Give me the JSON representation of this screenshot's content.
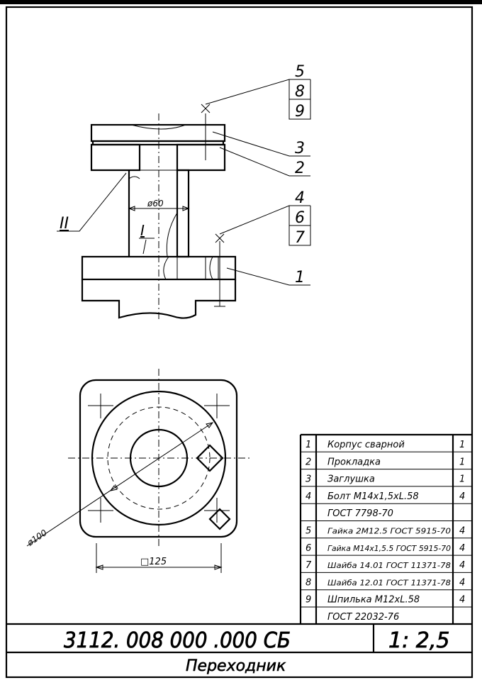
{
  "callouts": {
    "group_a": [
      "5",
      "8",
      "9"
    ],
    "p3": "3",
    "p2": "2",
    "group_b": [
      "4",
      "6",
      "7"
    ],
    "p1": "1",
    "view_ii": "II",
    "view_i": "I"
  },
  "dimensions": {
    "bore": "ø60",
    "bolt_circle": "ø100",
    "square": "□125"
  },
  "bom": [
    {
      "pos": "1",
      "name": "Корпус сварной",
      "qty": "1"
    },
    {
      "pos": "2",
      "name": "Прокладка",
      "qty": "1"
    },
    {
      "pos": "3",
      "name": "Заглушка",
      "qty": "1"
    },
    {
      "pos": "4",
      "name": "Болт  М14х1,5хL.58",
      "qty": "4"
    },
    {
      "pos": "",
      "name": "ГОСТ 7798-70",
      "qty": ""
    },
    {
      "pos": "5",
      "name": "Гайка 2М12.5  ГОСТ 5915-70",
      "qty": "4"
    },
    {
      "pos": "6",
      "name": "Гайка М14х1,5.5  ГОСТ 5915-70",
      "qty": "4"
    },
    {
      "pos": "7",
      "name": "Шайба 14.01  ГОСТ 11371-78",
      "qty": "4"
    },
    {
      "pos": "8",
      "name": "Шайба 12.01  ГОСТ 11371-78",
      "qty": "4"
    },
    {
      "pos": "9",
      "name": "Шпилька  М12хL.58",
      "qty": "4"
    },
    {
      "pos": "",
      "name": "ГОСТ 22032-76",
      "qty": ""
    }
  ],
  "title_block": {
    "designation": "3112. 008 000 .000 СБ",
    "scale": "1: 2,5",
    "name": "Переходник"
  }
}
